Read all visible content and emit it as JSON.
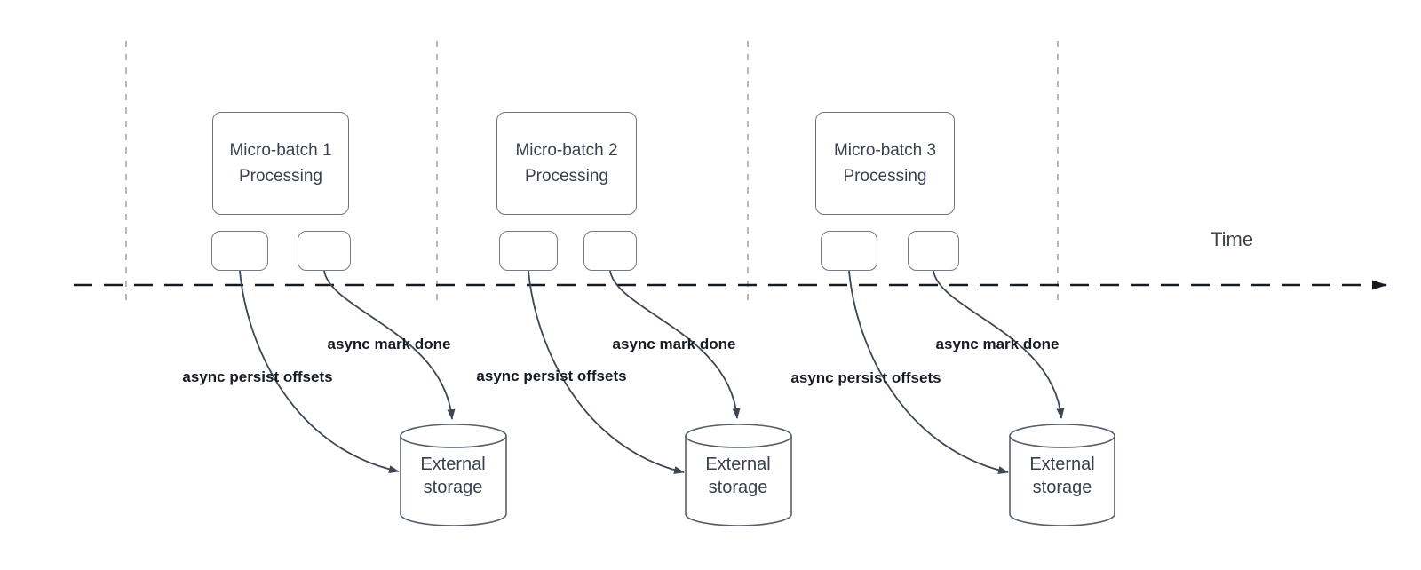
{
  "diagram": {
    "time_axis_label": "Time",
    "batches": [
      {
        "title": "Micro-batch 1\nProcessing",
        "persist_arrow_label": "async persist offsets",
        "mark_done_arrow_label": "async mark done",
        "storage_label": "External\nstorage"
      },
      {
        "title": "Micro-batch 2\nProcessing",
        "persist_arrow_label": "async persist offsets",
        "mark_done_arrow_label": "async mark done",
        "storage_label": "External\nstorage"
      },
      {
        "title": "Micro-batch 3\nProcessing",
        "persist_arrow_label": "async persist offsets",
        "mark_done_arrow_label": "async mark done",
        "storage_label": "External\nstorage"
      }
    ],
    "colors": {
      "curve_stroke": "#3f4753",
      "axis_stroke": "#171b21",
      "divider_stroke": "#b4b9be",
      "shape_border": "#6d7480",
      "shape_text": "#3a414d",
      "label_text": "#171b23"
    }
  }
}
